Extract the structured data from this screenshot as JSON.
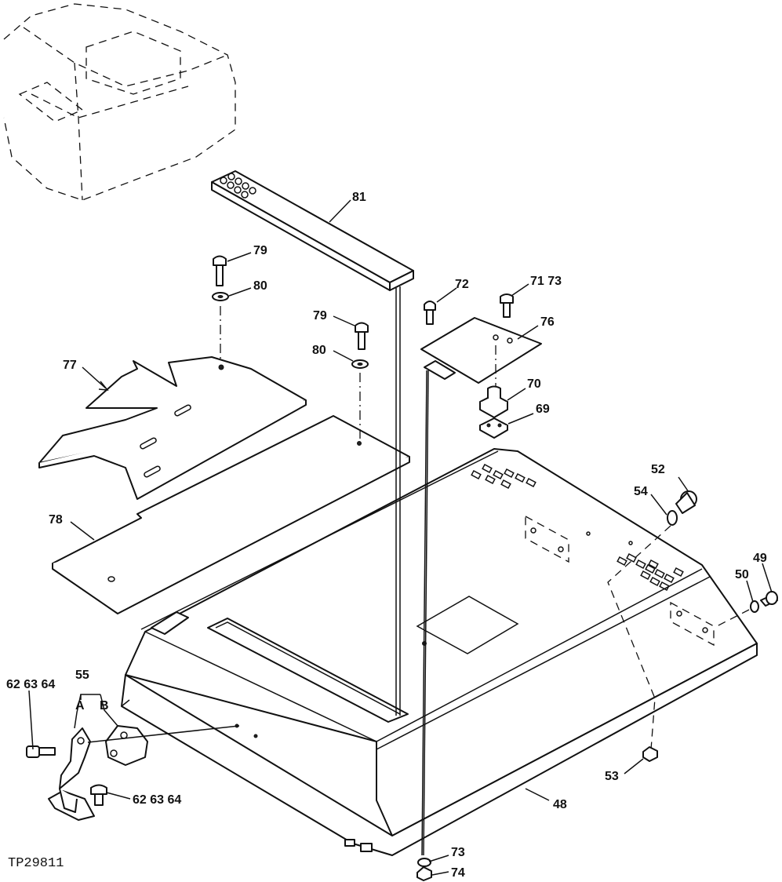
{
  "figure_id": "TP29811",
  "callouts": {
    "c81": "81",
    "c79a": "79",
    "c80a": "80",
    "c79b": "79",
    "c80b": "80",
    "c77": "77",
    "c78": "78",
    "c72": "72",
    "c7173": "71 73",
    "c76": "76",
    "c70": "70",
    "c69": "69",
    "c52": "52",
    "c54": "54",
    "c49": "49",
    "c50": "50",
    "c53": "53",
    "c48": "48",
    "c73": "73",
    "c74": "74",
    "c55": "55",
    "cA": "A",
    "cB": "B",
    "c626364a": "62 63 64",
    "c626364b": "62 63 64"
  }
}
